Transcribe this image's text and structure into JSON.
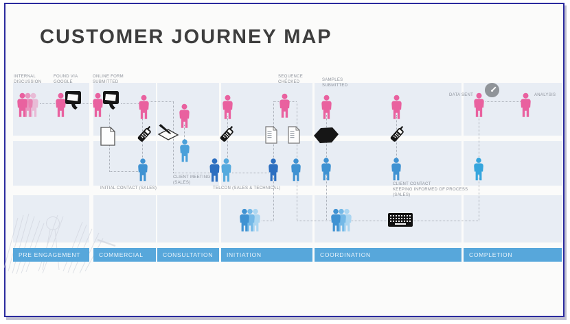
{
  "title": "CUSTOMER JOURNEY MAP",
  "stages": [
    {
      "label": "PRE ENGAGEMENT"
    },
    {
      "label": "COMMERCIAL"
    },
    {
      "label": "CONSULTATION"
    },
    {
      "label": "INITIATION"
    },
    {
      "label": "COORDINATION"
    },
    {
      "label": "COMPLETION"
    }
  ],
  "touchpoints": {
    "internal_discussion": "INTERNAL DISCUSSION",
    "found_via_google": "FOUND VIA GOOGLE",
    "online_form": "ONLINE FORM SUBMITTED",
    "sequence_checked": "SEQUENCE CHECKED",
    "samples_submitted": "SAMPLES SUBMITTED",
    "data_sent": "DATA SENT",
    "analysis": "ANALYSIS",
    "initial_contact": "INITIAL CONTACT (SALES)",
    "client_meeting": "CLIENT MEETING (SALES)",
    "telcon": "TELCON (SALES & TECHNICAL)",
    "client_contact": [
      "CLIENT CONTACT",
      "KEEPING INFORMED OF PROCESS",
      "(SALES)"
    ]
  },
  "colors": {
    "customer_pink": "#e9619f",
    "company_blue": "#3f92d2",
    "company_blue_dark": "#2d6fc0",
    "company_blue_light": "#74b9e7",
    "stage_bar_blue": "#57a7db",
    "panel_blue_gray": "#e8edf4",
    "border_navy": "#2a2a9e",
    "label_gray": "#8d929b",
    "title_gray": "#3d3d3d",
    "icon_black": "#161616",
    "connector_gray": "#a6abb4",
    "clock_circle_gray": "#909499"
  },
  "icons": [
    "people-group-icon",
    "computer-monitor-icon",
    "document-icon",
    "document-list-icon",
    "phone-icon",
    "signing-icon",
    "sample-box-icon",
    "keyboard-icon",
    "clock-check-icon",
    "person-icon",
    "sketch-doodle"
  ]
}
